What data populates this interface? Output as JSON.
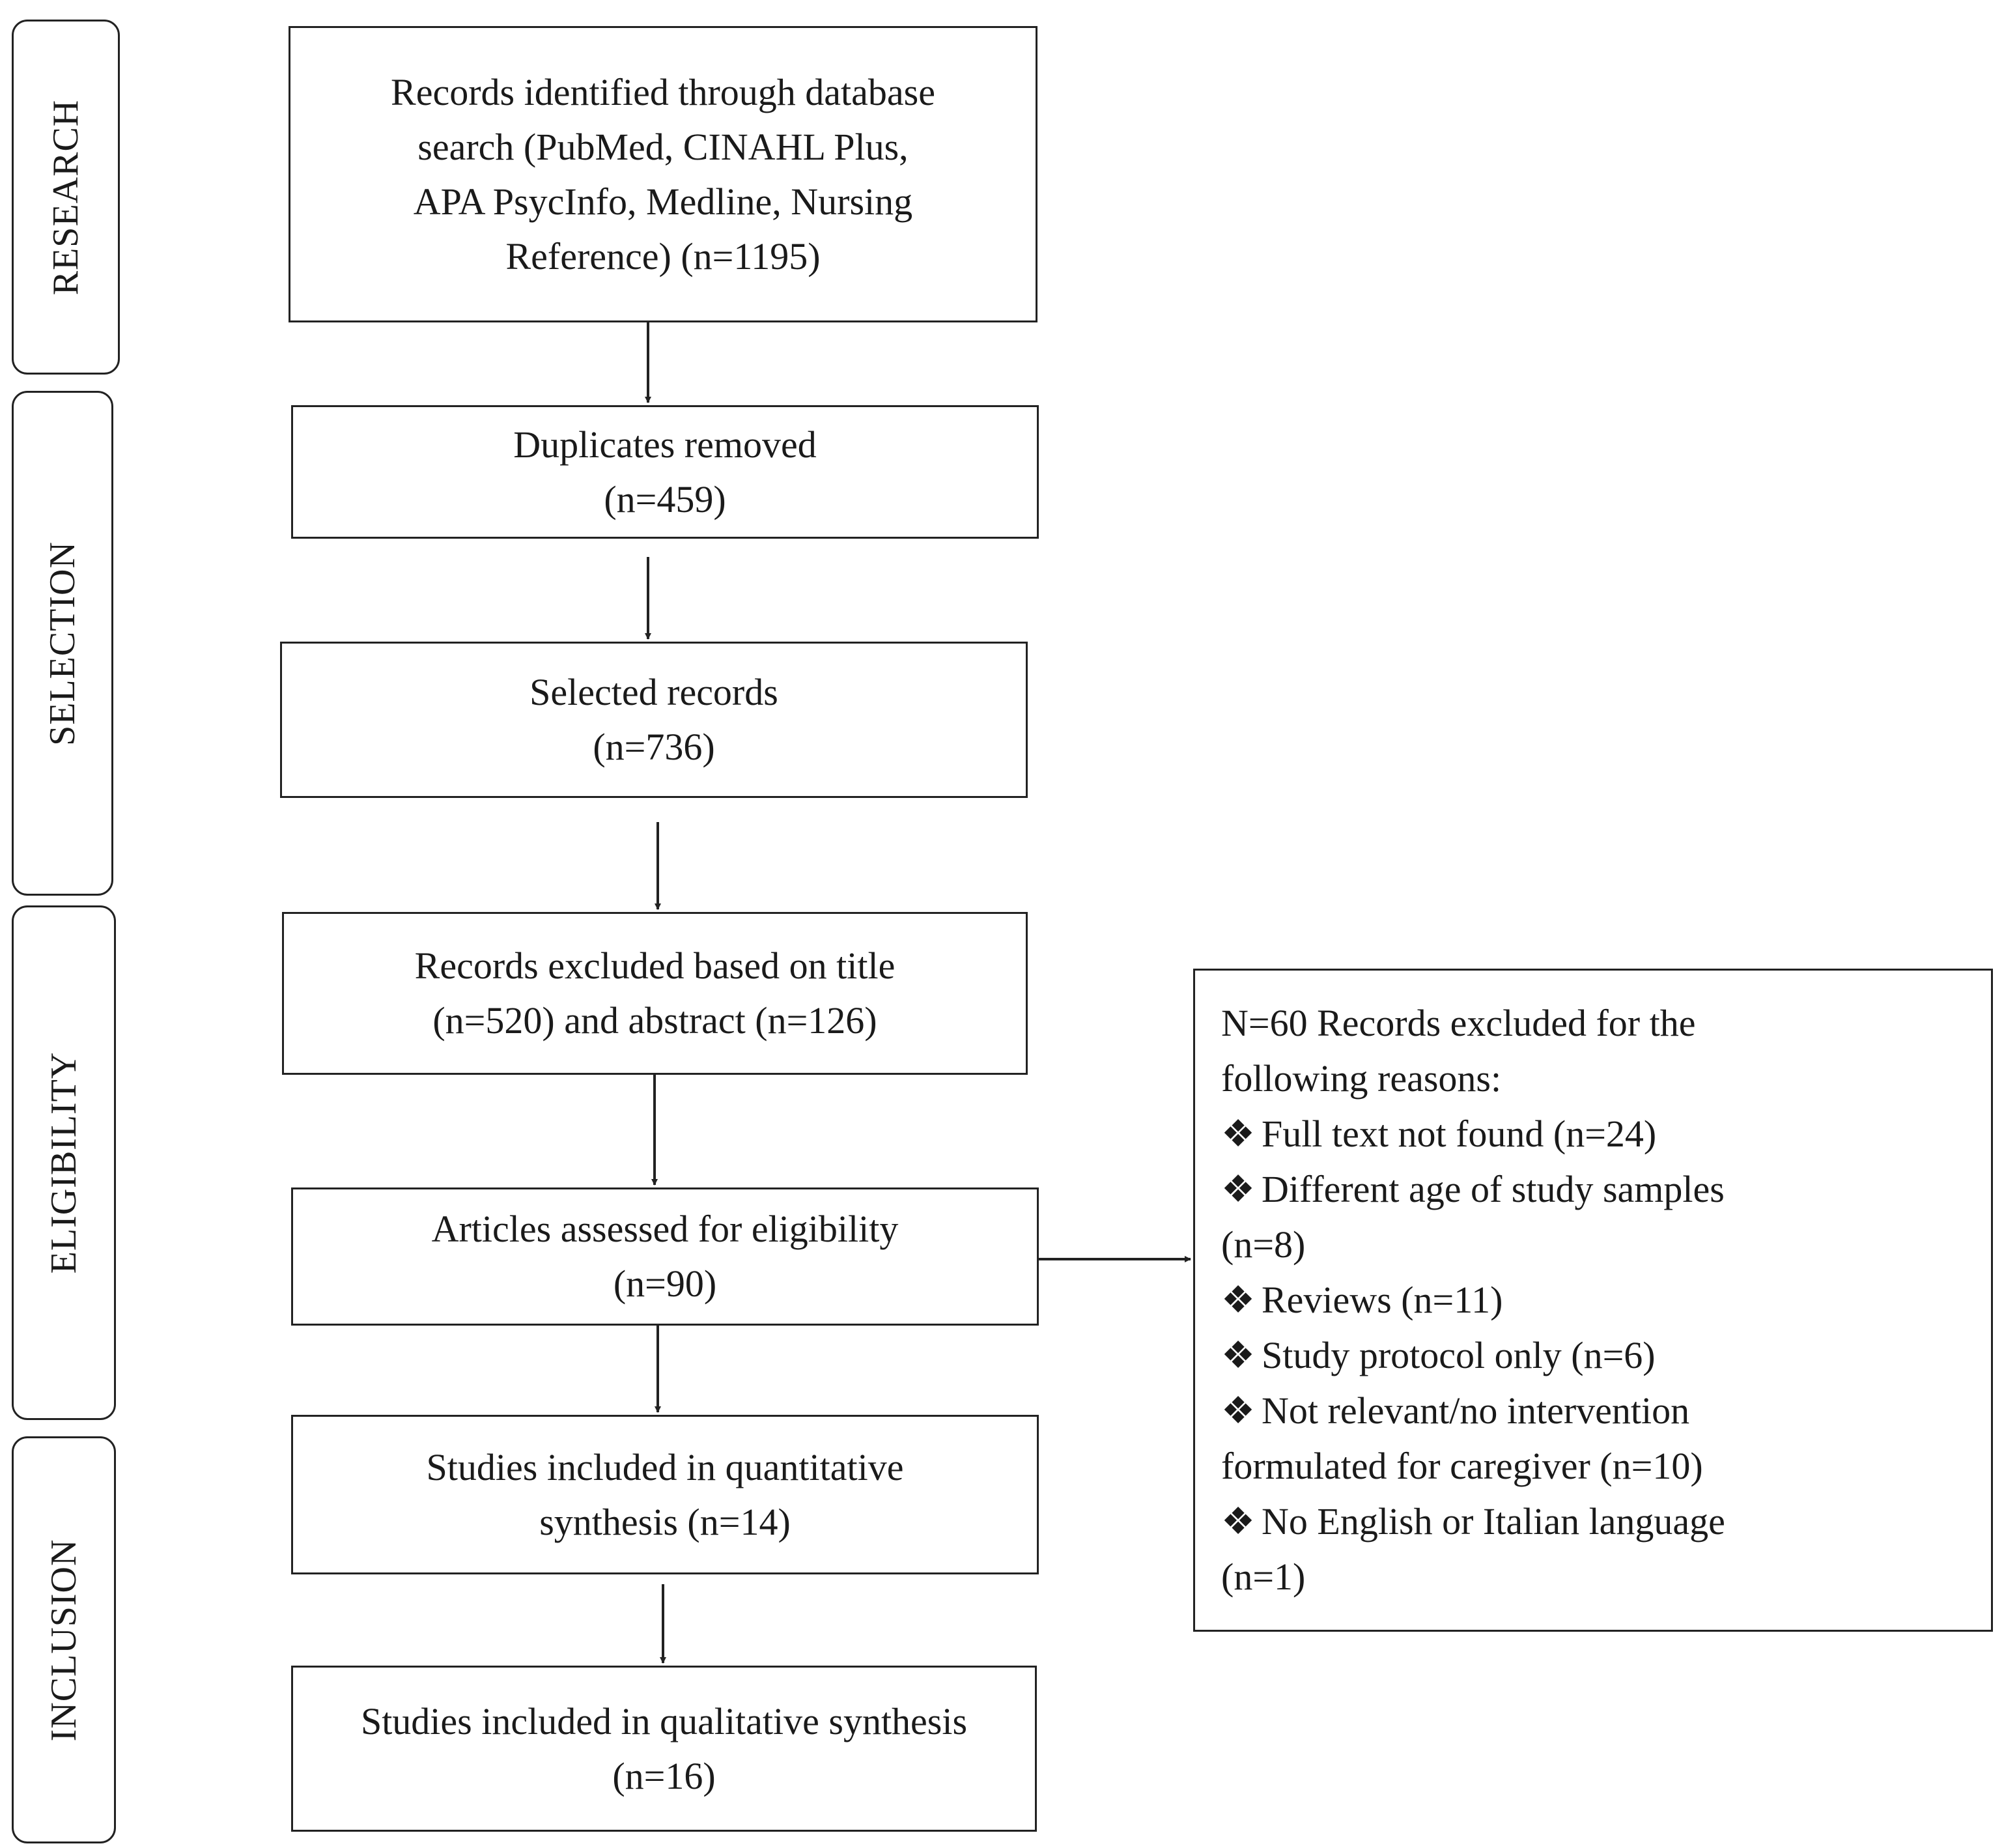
{
  "phases": {
    "research": "RESEARCH",
    "selection": "SELECTION",
    "eligibility": "ELIGIBILITY",
    "inclusion": "INCLUSION"
  },
  "boxes": {
    "identified": {
      "lines": [
        "Records identified through database",
        "search (PubMed, CINAHL Plus,",
        "APA PsycInfo, Medline, Nursing",
        "Reference) (n=1195)"
      ]
    },
    "duplicates": {
      "lines": [
        "Duplicates removed",
        "(n=459)"
      ]
    },
    "selected": {
      "lines": [
        "Selected records",
        "(n=736)"
      ]
    },
    "excluded_title": {
      "lines": [
        "Records excluded based on title",
        "(n=520) and abstract (n=126)"
      ]
    },
    "assessed": {
      "lines": [
        "Articles assessed for eligibility",
        "(n=90)"
      ]
    },
    "quantitative": {
      "lines": [
        "Studies included in quantitative",
        "synthesis (n=14)"
      ]
    },
    "qualitative": {
      "lines": [
        "Studies included in qualitative synthesis",
        "(n=16)"
      ]
    }
  },
  "exclusions": {
    "header": [
      "N=60 Records excluded for the",
      "following reasons:"
    ],
    "bullet_symbol": "❖",
    "reasons": [
      {
        "first": "Full text not found (n=24)",
        "cont": ""
      },
      {
        "first": "Different age of study samples",
        "cont": "(n=8)"
      },
      {
        "first": "Reviews (n=11)",
        "cont": ""
      },
      {
        "first": "Study protocol only (n=6)",
        "cont": ""
      },
      {
        "first": "Not relevant/no intervention",
        "cont": "formulated for caregiver (n=10)"
      },
      {
        "first": "No English or Italian language",
        "cont": "(n=1)"
      }
    ]
  }
}
